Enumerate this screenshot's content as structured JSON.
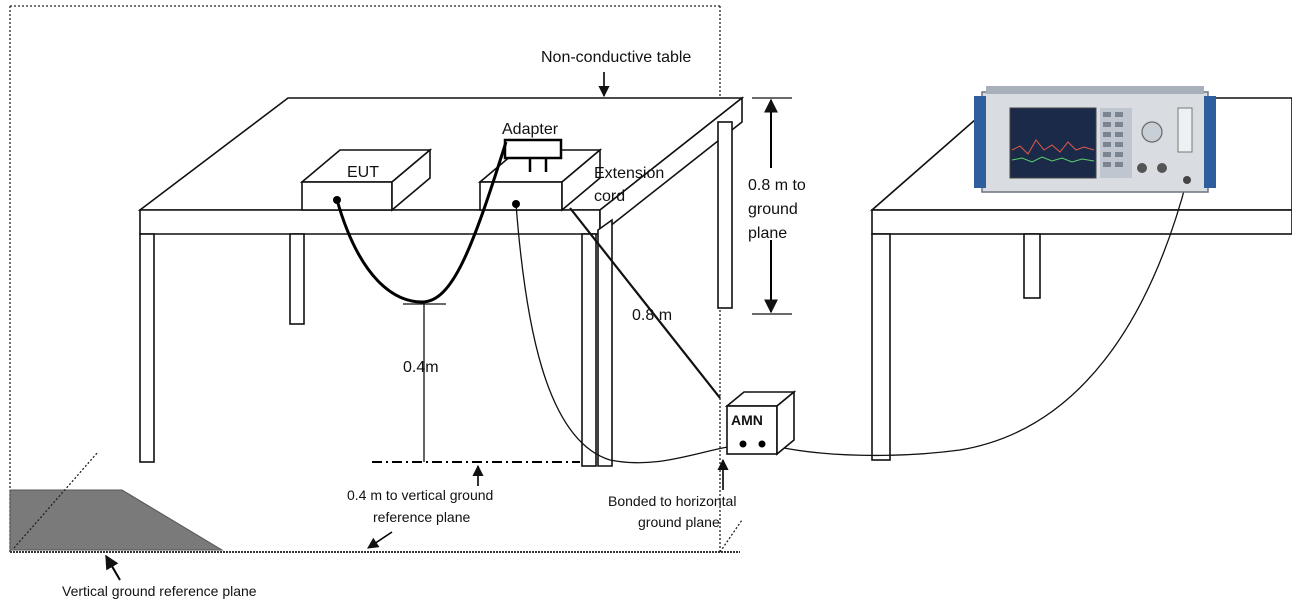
{
  "labels": {
    "table": "Non-conductive table",
    "adapter": "Adapter",
    "eut": "EUT",
    "extension_line1": "Extension",
    "extension_line2": "cord",
    "height_line1": "0.8 m to",
    "height_line2": "ground",
    "height_line3": "plane",
    "cord_length": "0.8 m",
    "cable_height": "0.4m",
    "vertical_dist_line1": "0.4 m to vertical ground",
    "vertical_dist_line2": "reference plane",
    "amn": "AMN",
    "bonded_line1": "Bonded to horizontal",
    "bonded_line2": "ground plane",
    "vgrp": "Vertical ground reference plane"
  },
  "colors": {
    "line": "#111111",
    "vgrp_fill": "#7a7a7a",
    "analyzer_blue": "#2f5e9e",
    "analyzer_body": "#d9dde2",
    "screen": "#1c2a4a"
  },
  "icons": {
    "analyzer": "spectrum-analyzer-icon",
    "amn": "amn-box-icon"
  }
}
